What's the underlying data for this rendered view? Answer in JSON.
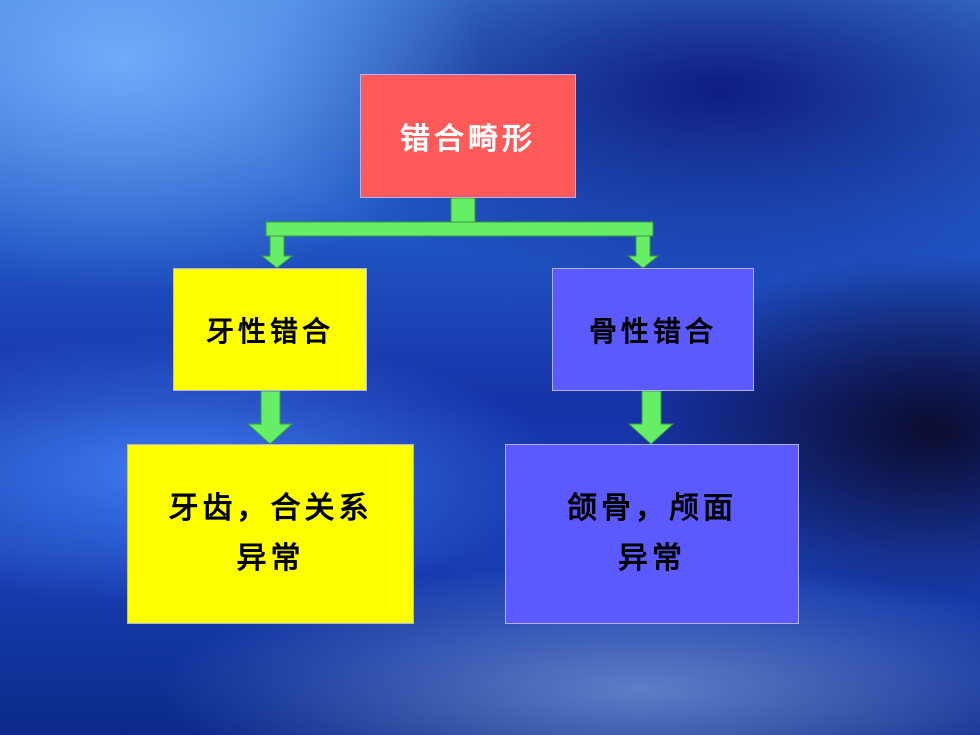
{
  "colors": {
    "root_fill": "#ff5a5a",
    "yellow_fill": "#ffff00",
    "blue_fill": "#5a5aff",
    "connector": "#66ee66"
  },
  "diagram": {
    "root": {
      "label": "错合畸形"
    },
    "left": {
      "label": "牙性错合",
      "child": {
        "line1": "牙齿，合关系",
        "line2": "异常"
      }
    },
    "right": {
      "label": "骨性错合",
      "child": {
        "line1": "颌骨，颅面",
        "line2": "异常"
      }
    }
  }
}
